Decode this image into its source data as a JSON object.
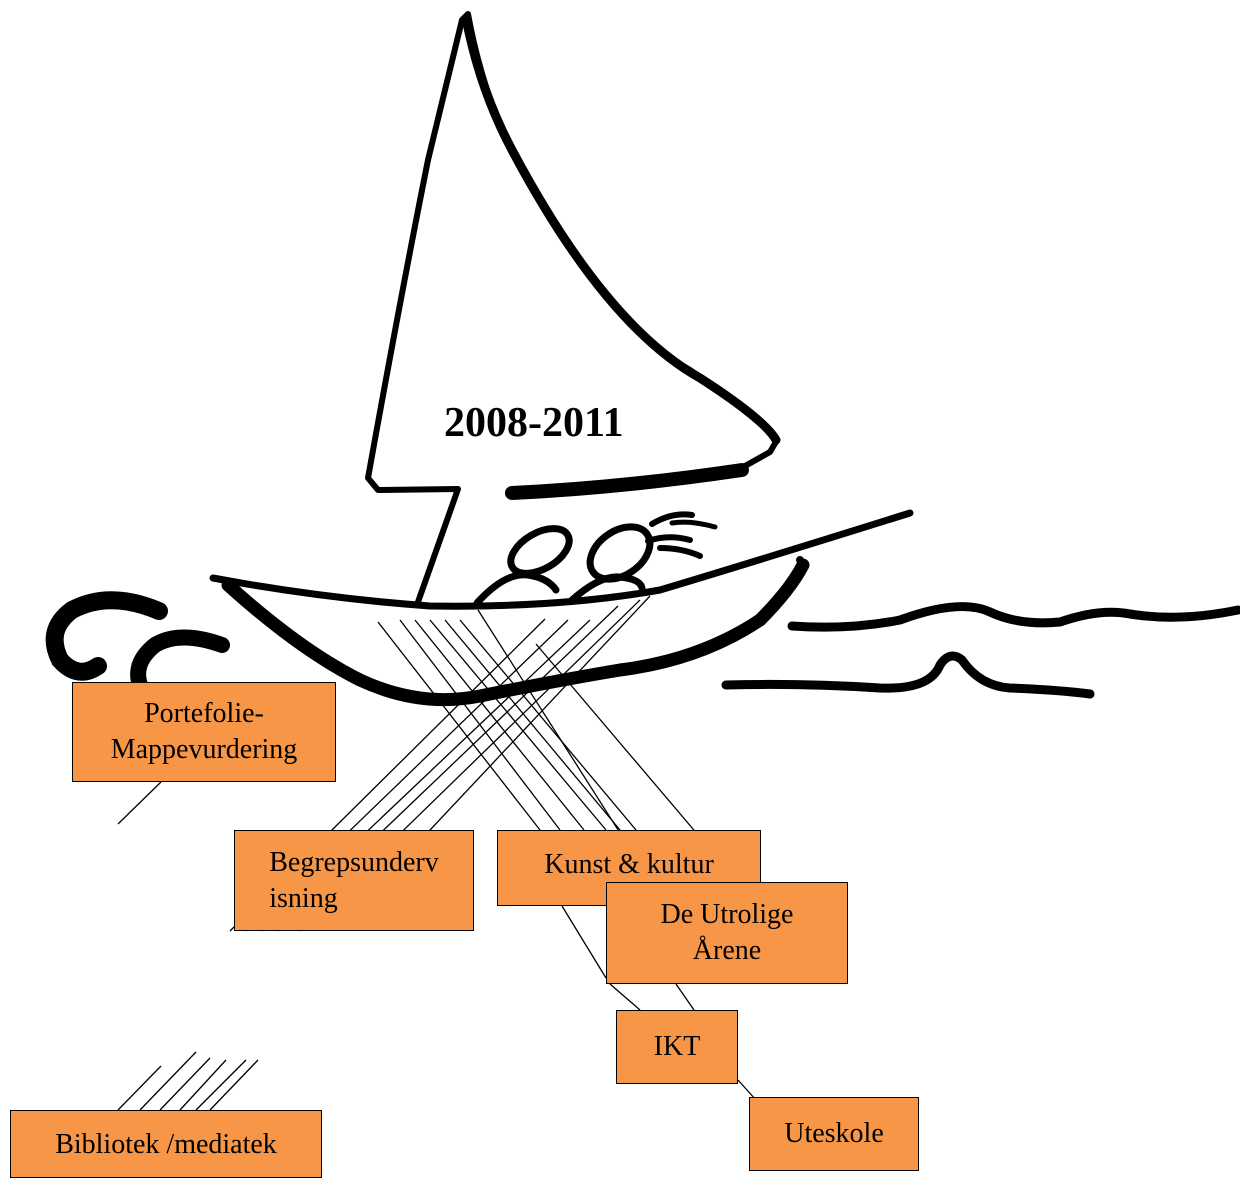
{
  "title": "2008-2011",
  "colors": {
    "box_fill": "#f79646",
    "box_border": "#000000",
    "ink": "#000000",
    "background": "#ffffff"
  },
  "boxes": {
    "begrepsundervisning": {
      "line1": "Begrepsunderv",
      "line2": "isning"
    },
    "portefolie": {
      "line1": "Portefolie-",
      "line2": "Mappevurdering"
    },
    "bibliotek": {
      "label": "Bibliotek /mediatek"
    },
    "kunst": {
      "label": "Kunst & kultur"
    },
    "utrolige": {
      "line1": "De Utrolige",
      "line2": "Årene"
    },
    "ikt": {
      "label": "IKT"
    },
    "uteskole": {
      "label": "Uteskole"
    }
  }
}
